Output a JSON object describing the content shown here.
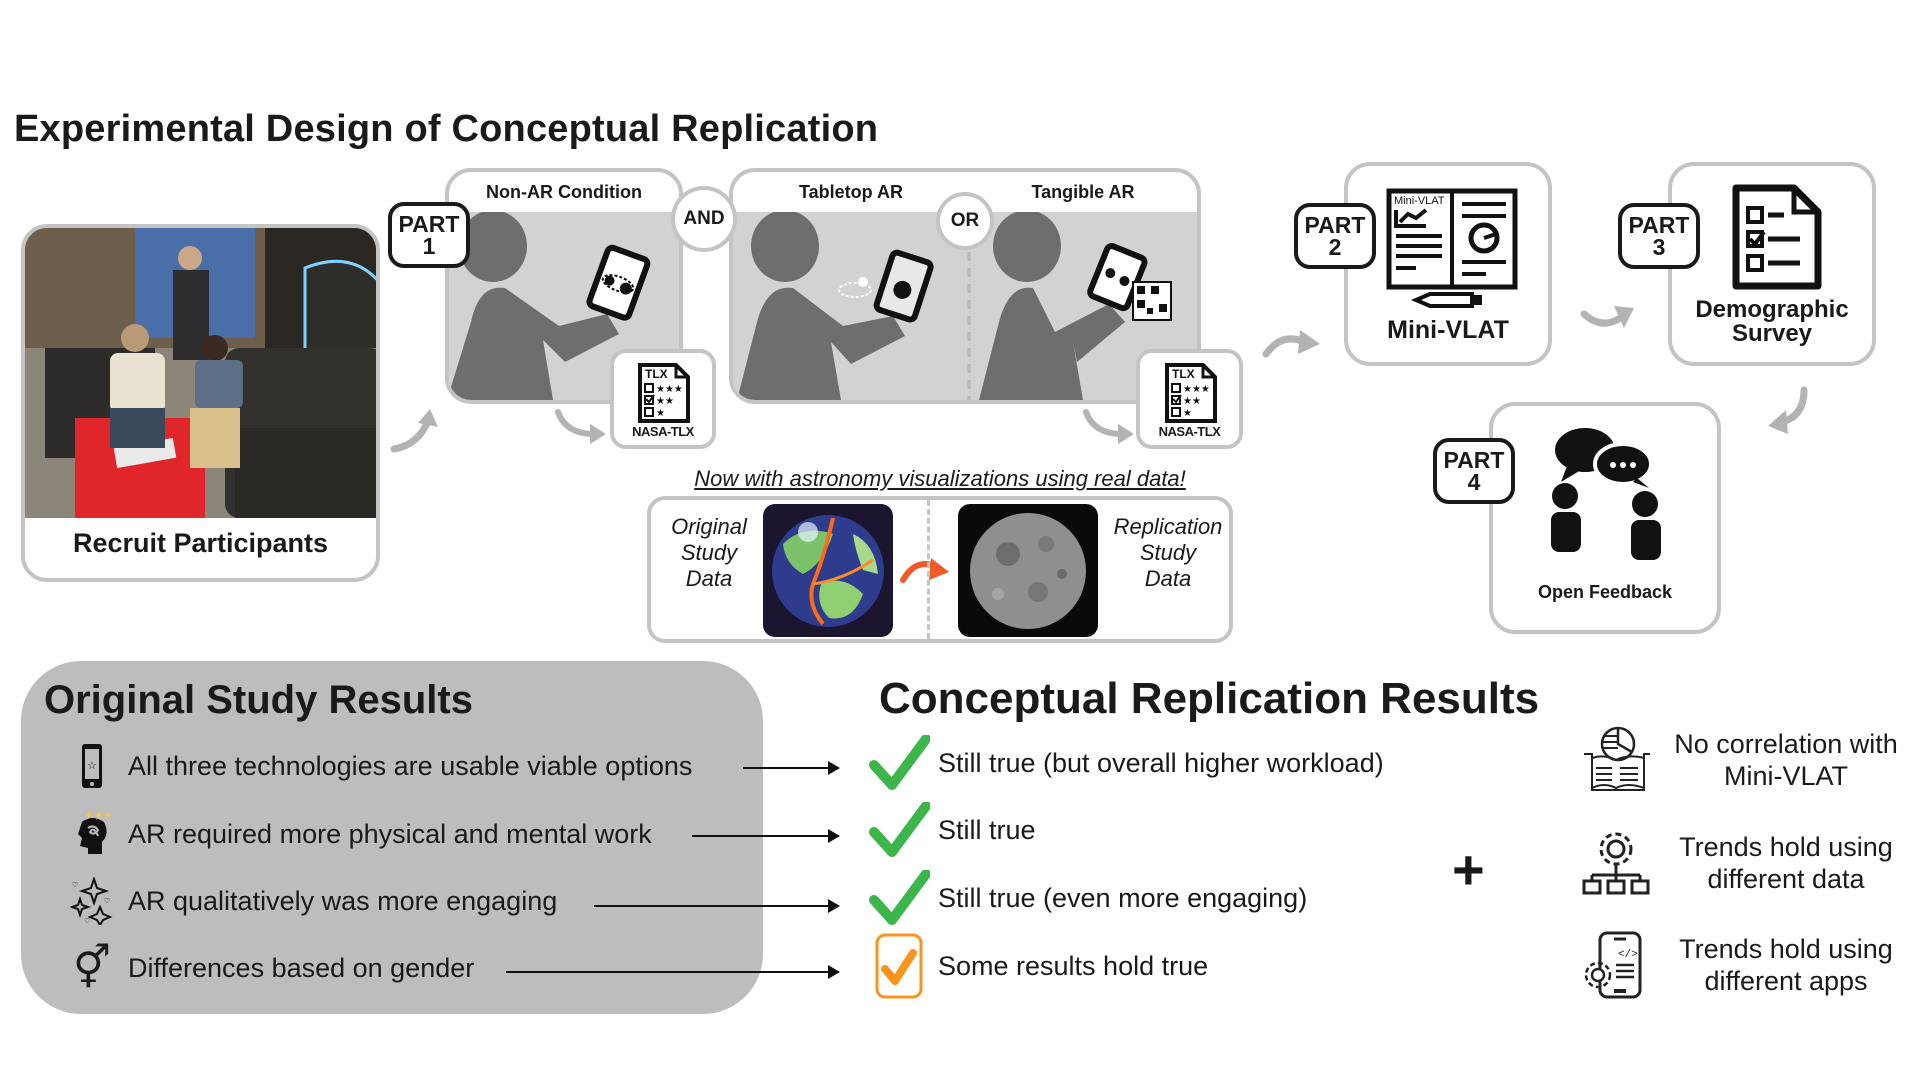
{
  "title": "Experimental Design of Conceptual Replication",
  "recruit": {
    "label": "Recruit Participants",
    "photo": "conference-booth-photo"
  },
  "parts": [
    {
      "word": "PART",
      "num": "1"
    },
    {
      "word": "PART",
      "num": "2"
    },
    {
      "word": "PART",
      "num": "3"
    },
    {
      "word": "PART",
      "num": "4"
    }
  ],
  "conditions": {
    "non_ar": "Non-AR Condition",
    "tabletop": "Tabletop AR",
    "tangible": "Tangible AR",
    "and_label": "AND",
    "or_label": "OR"
  },
  "tlx": {
    "doc_header": "TLX",
    "label": "NASA-TLX"
  },
  "astronomy": {
    "caption": "Now with astronomy visualizations using real data!",
    "original_label": [
      "Original",
      "Study",
      "Data"
    ],
    "replication_label": [
      "Replication",
      "Study",
      "Data"
    ],
    "arrow_color": "#f05a28"
  },
  "mini_vlat": {
    "icon_text": "Mini-VLAT",
    "label": "Mini-VLAT"
  },
  "survey": {
    "label_line1": "Demographic",
    "label_line2": "Survey"
  },
  "feedback": {
    "label": "Open Feedback"
  },
  "original_results": {
    "title": "Original Study Results",
    "items": [
      {
        "icon": "phone-star-icon",
        "text": "All three technologies are usable viable options"
      },
      {
        "icon": "stressed-head-icon",
        "text": "AR required more physical and mental work"
      },
      {
        "icon": "sparkles-hearts-icon",
        "text": "AR qualitatively was more engaging"
      },
      {
        "icon": "gender-icon",
        "text": "Differences based on gender"
      }
    ]
  },
  "replication_results": {
    "title": "Conceptual Replication Results",
    "items": [
      {
        "status": "confirmed",
        "text": "Still true (but overall higher workload)"
      },
      {
        "status": "confirmed",
        "text": "Still true"
      },
      {
        "status": "confirmed",
        "text": "Still true (even more engaging)"
      },
      {
        "status": "partial",
        "text": "Some results hold true"
      }
    ],
    "colors": {
      "confirmed": "#3cb54a",
      "partial": "#f7941d"
    }
  },
  "plus_sign": "+",
  "additional_findings": [
    {
      "icon": "book-pie-chart-icon",
      "line1": "No correlation with",
      "line2": "Mini-VLAT"
    },
    {
      "icon": "gear-hierarchy-icon",
      "line1": "Trends hold using",
      "line2": "different data"
    },
    {
      "icon": "phone-code-gear-icon",
      "line1": "Trends hold using",
      "line2": "different apps"
    }
  ]
}
